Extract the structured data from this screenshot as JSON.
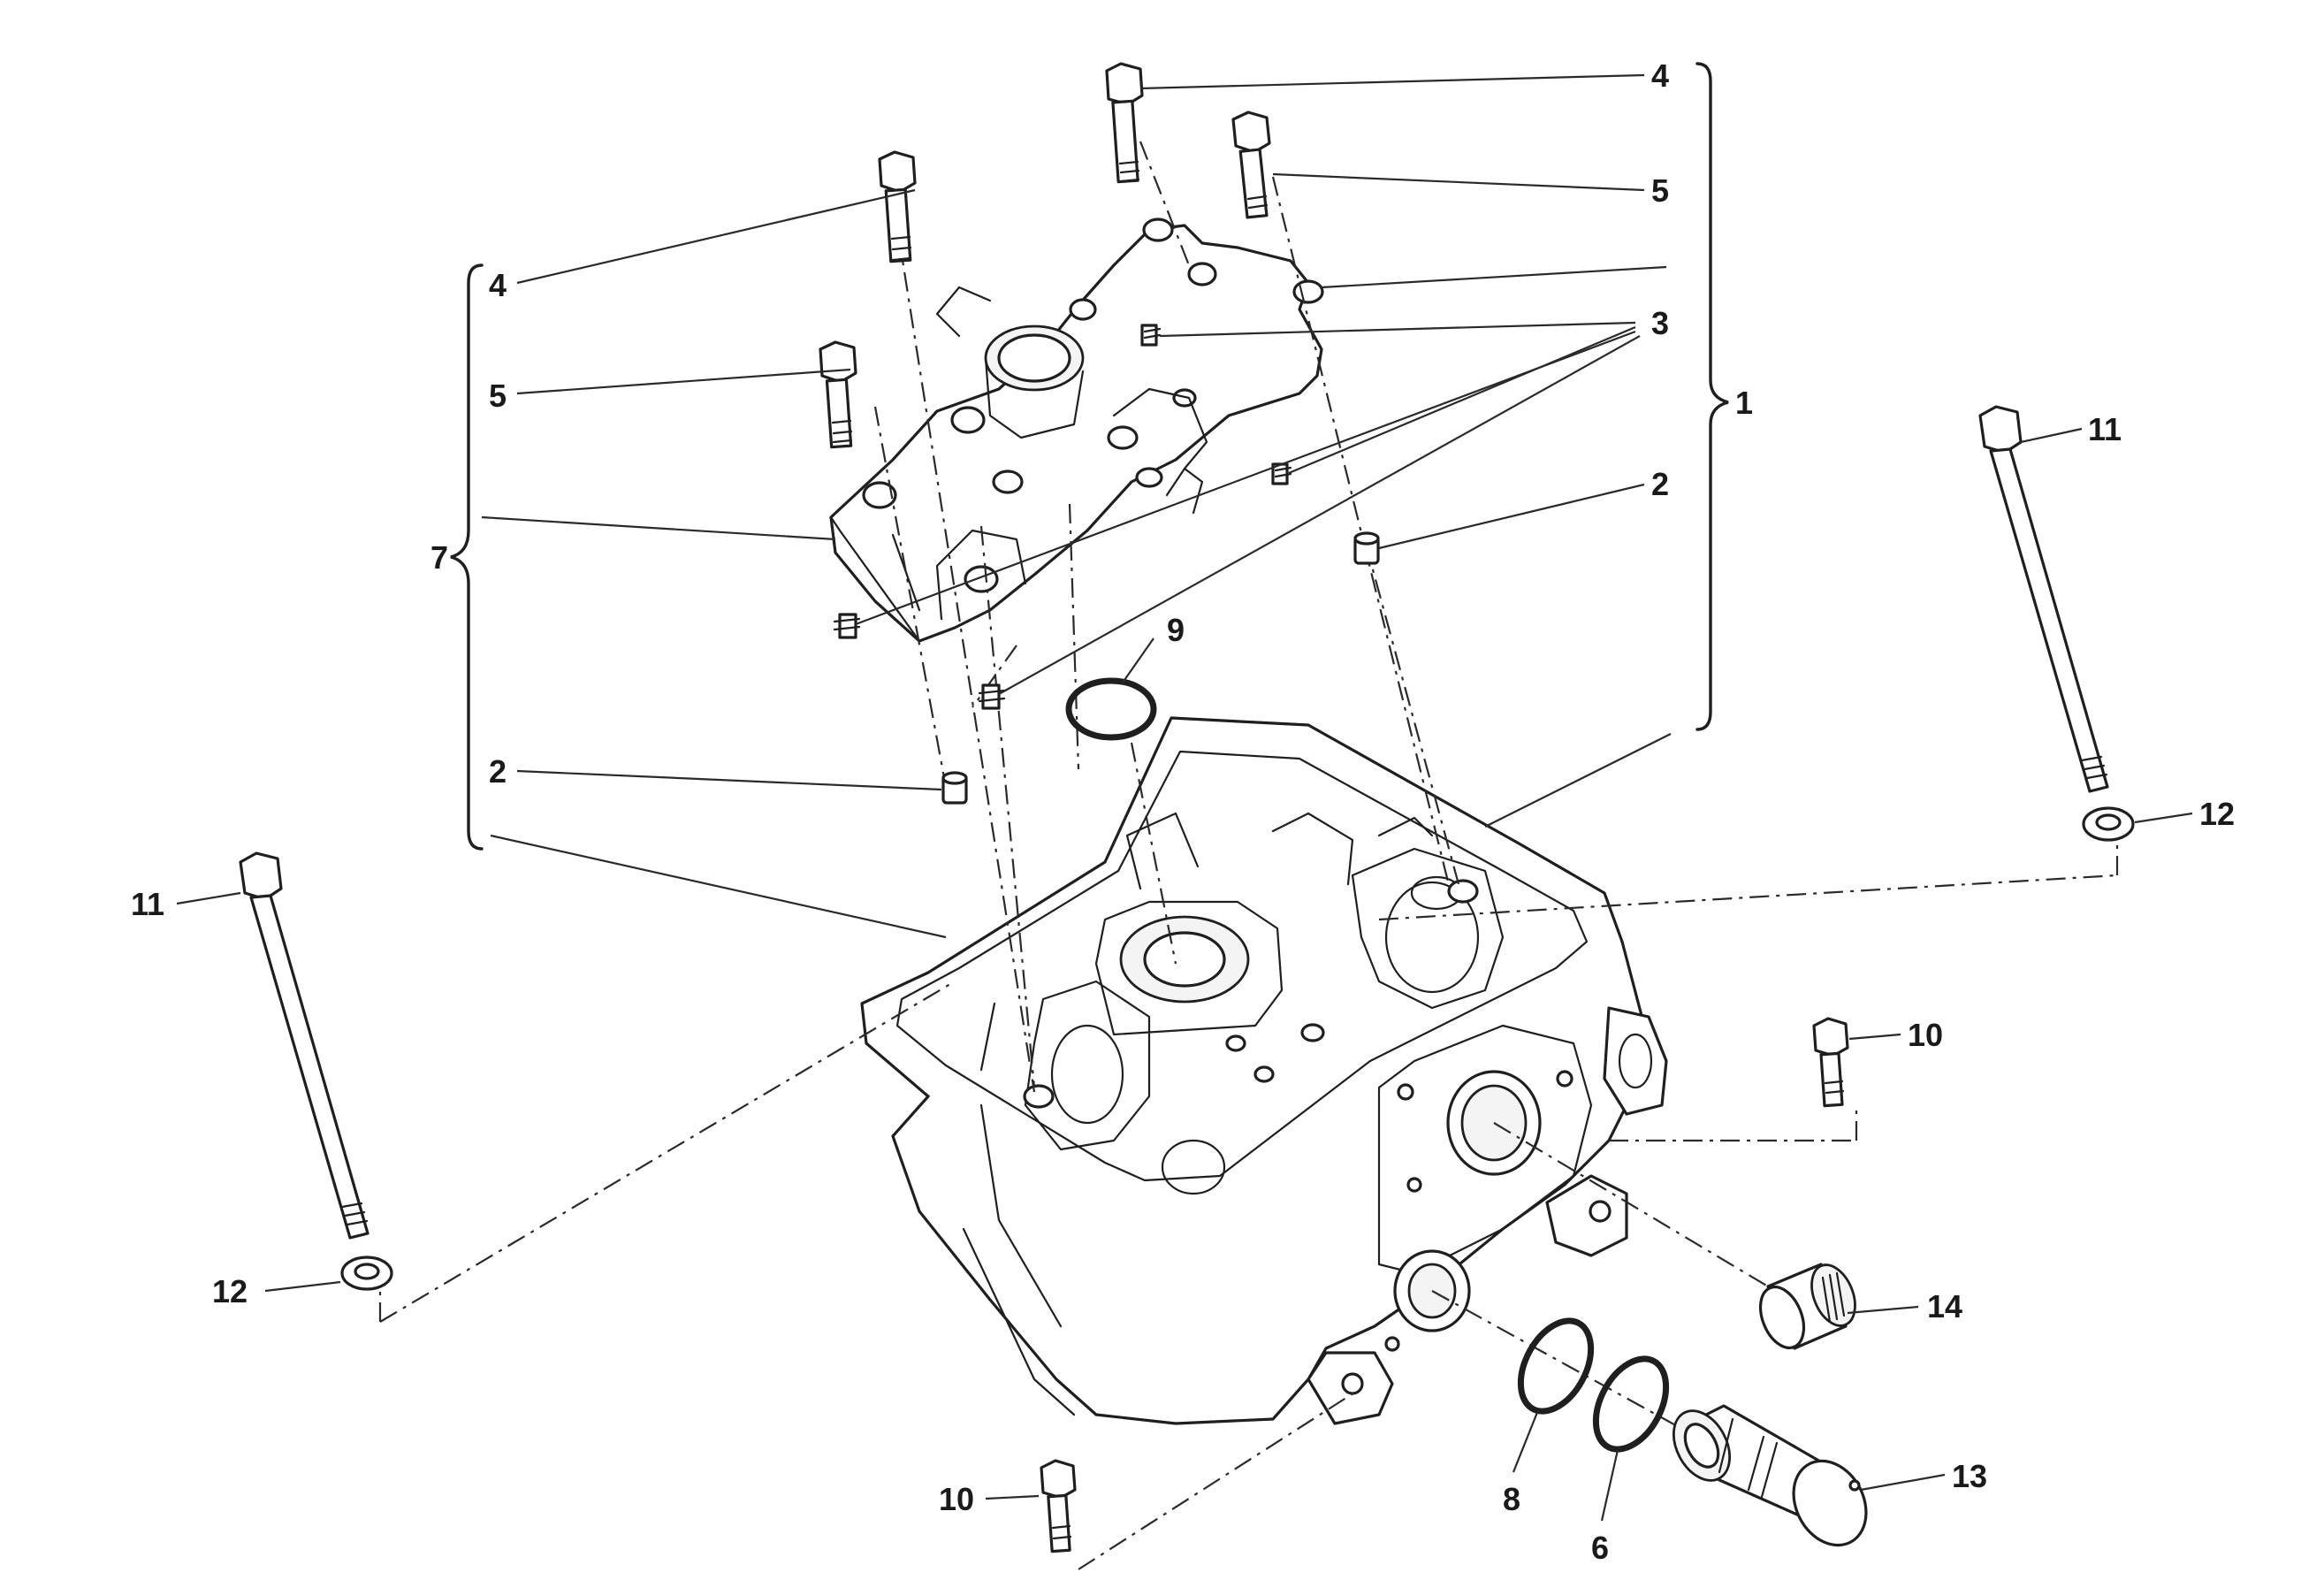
{
  "diagram": {
    "type": "exploded-parts-view",
    "part_labels": {
      "p1": "1",
      "p2a": "2",
      "p2b": "2",
      "p3": "3",
      "p4a": "4",
      "p4b": "4",
      "p5a": "5",
      "p5b": "5",
      "p6": "6",
      "p7": "7",
      "p8": "8",
      "p9": "9",
      "p10a": "10",
      "p10b": "10",
      "p11a": "11",
      "p11b": "11",
      "p12a": "12",
      "p12b": "12",
      "p13": "13",
      "p14": "14"
    },
    "colors": {
      "ink": "#1f1f1f",
      "background": "#ffffff"
    }
  }
}
